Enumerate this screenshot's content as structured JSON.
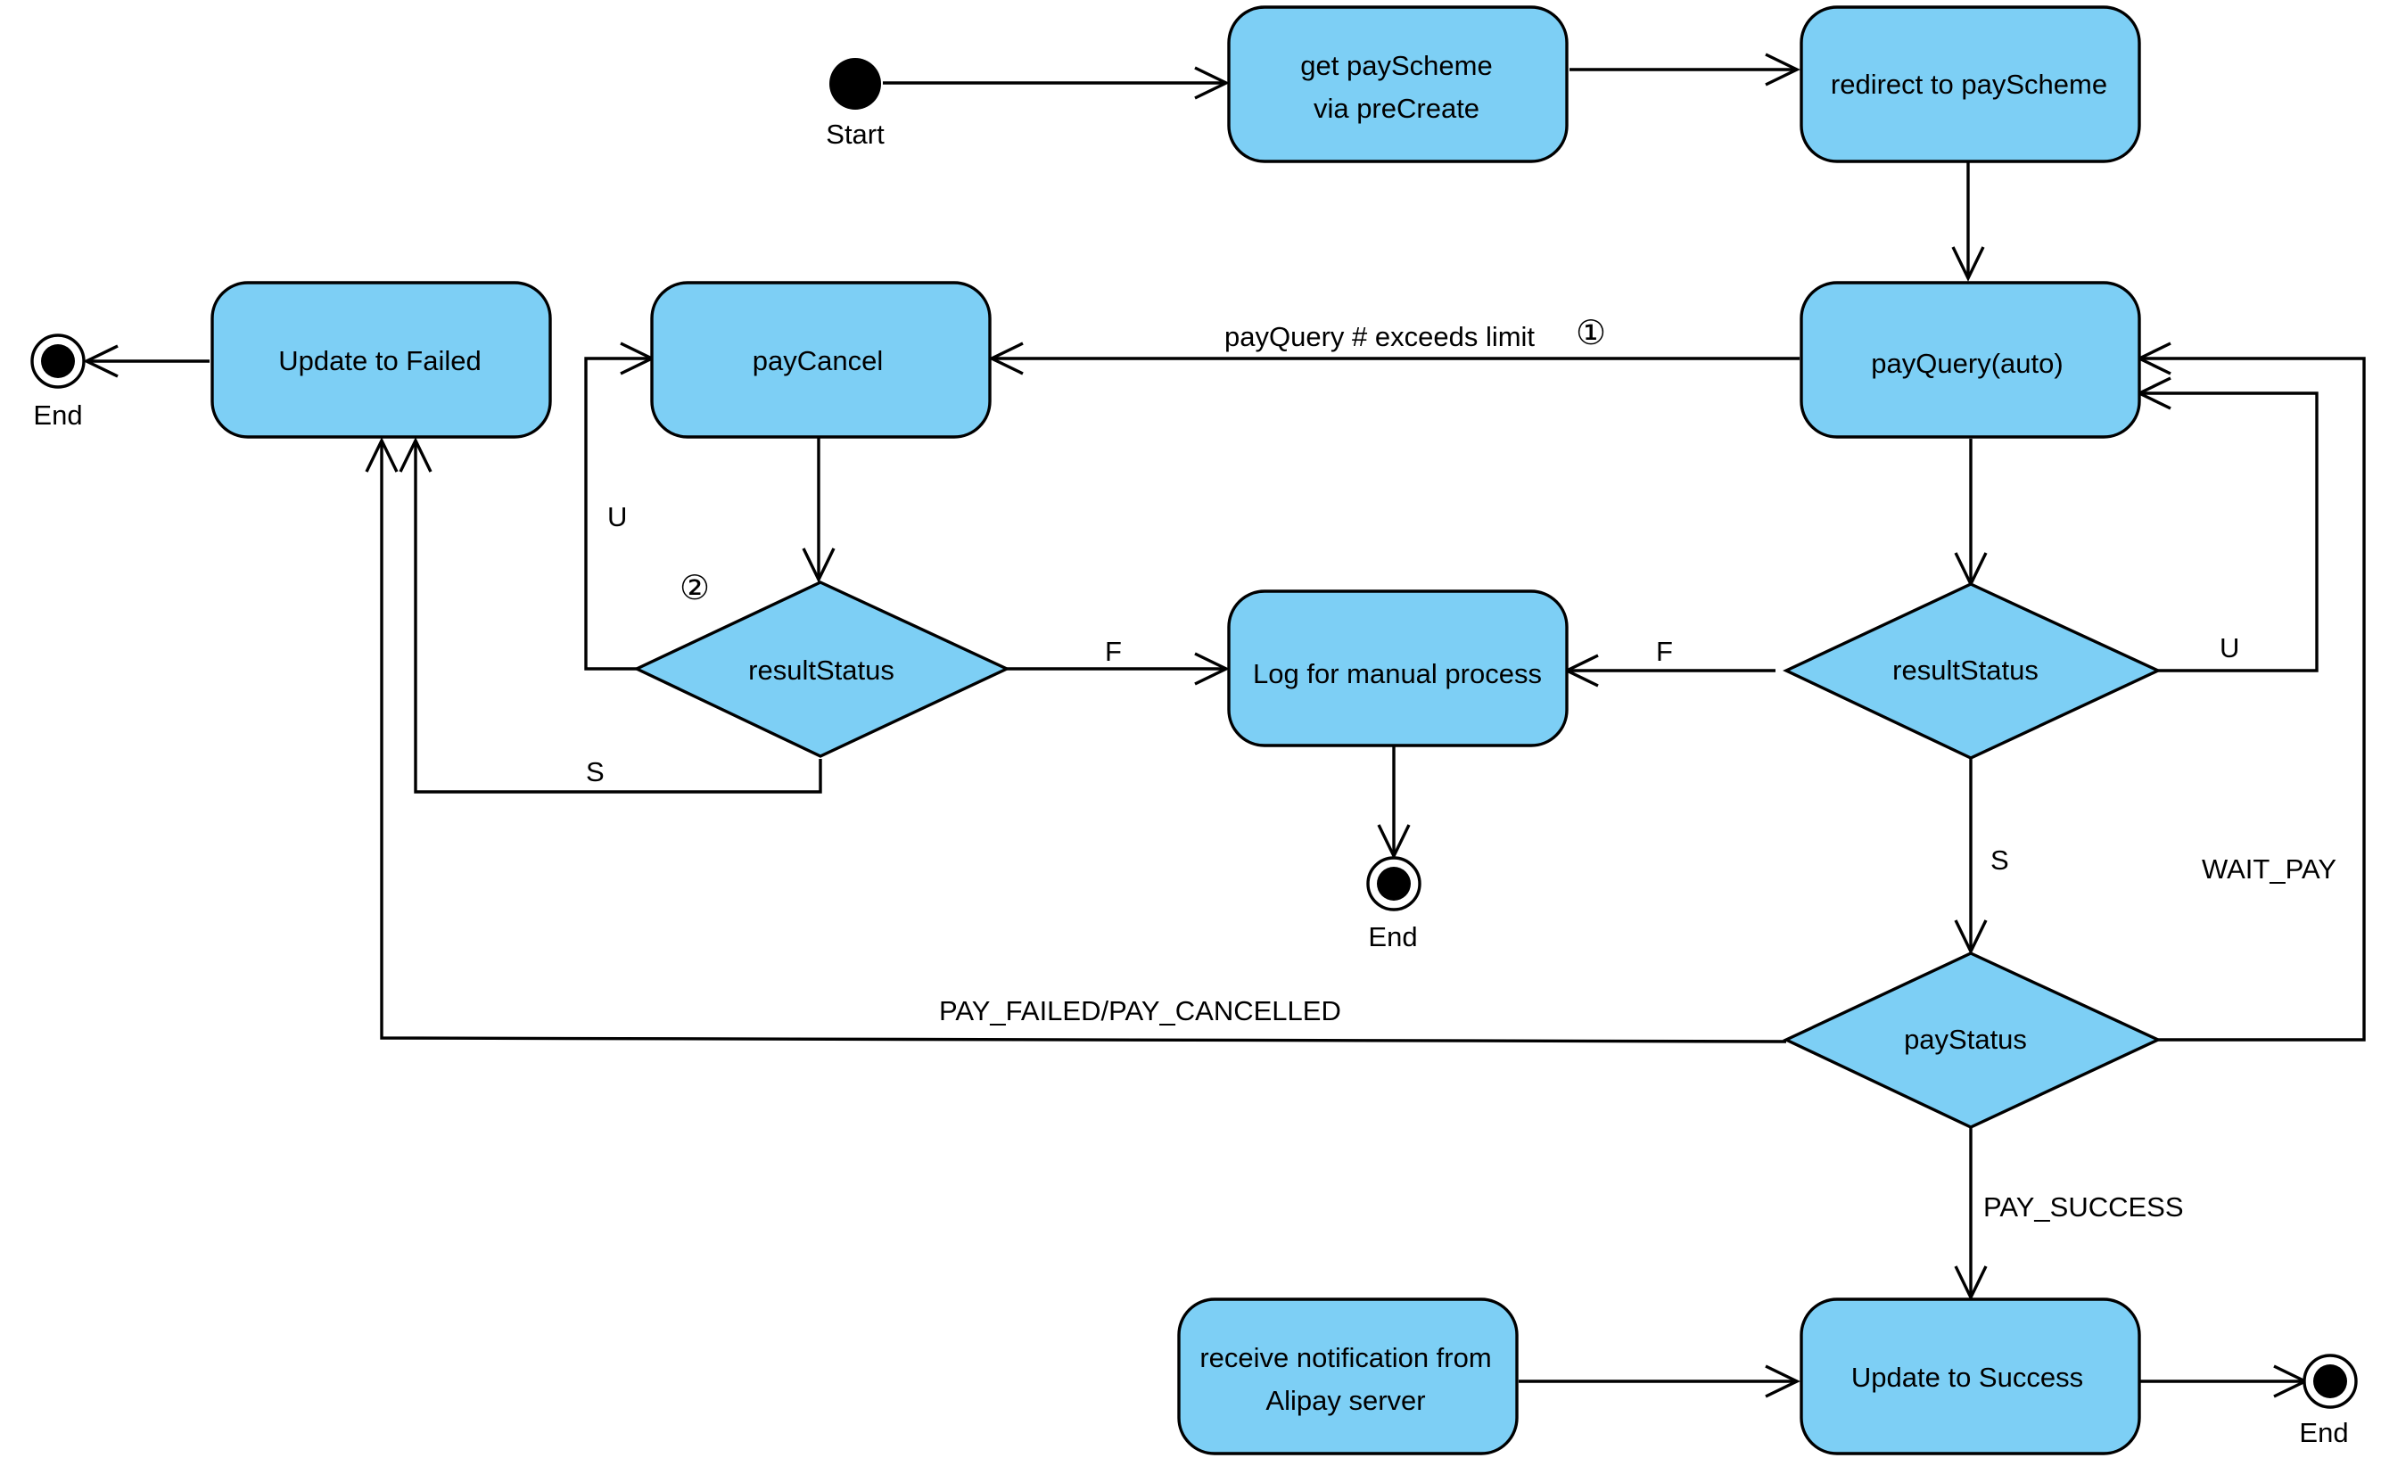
{
  "colors": {
    "node_fill": "#7dcff5",
    "stroke": "#000000",
    "background": "#ffffff"
  },
  "terminals": {
    "start": "Start",
    "end_failed": "End",
    "end_manual": "End",
    "end_success": "End"
  },
  "nodes": {
    "get_pay_scheme": [
      "get payScheme",
      "via preCreate"
    ],
    "redirect": "redirect to payScheme",
    "update_failed": "Update to Failed",
    "pay_cancel": "payCancel",
    "pay_query": "payQuery(auto)",
    "result_status_cancel": "resultStatus",
    "log_manual": "Log for manual process",
    "result_status_query": "resultStatus",
    "pay_status": "payStatus",
    "receive_notification": [
      "receive notification from",
      "Alipay server"
    ],
    "update_success": "Update to Success"
  },
  "edge_labels": {
    "exceeds_limit": "payQuery # exceeds limit",
    "marker_1": "①",
    "marker_2": "②",
    "cancel_u": "U",
    "cancel_f": "F",
    "cancel_s": "S",
    "query_f": "F",
    "query_u": "U",
    "query_s": "S",
    "wait_pay": "WAIT_PAY",
    "pay_failed_cancelled": "PAY_FAILED/PAY_CANCELLED",
    "pay_success": "PAY_SUCCESS"
  }
}
